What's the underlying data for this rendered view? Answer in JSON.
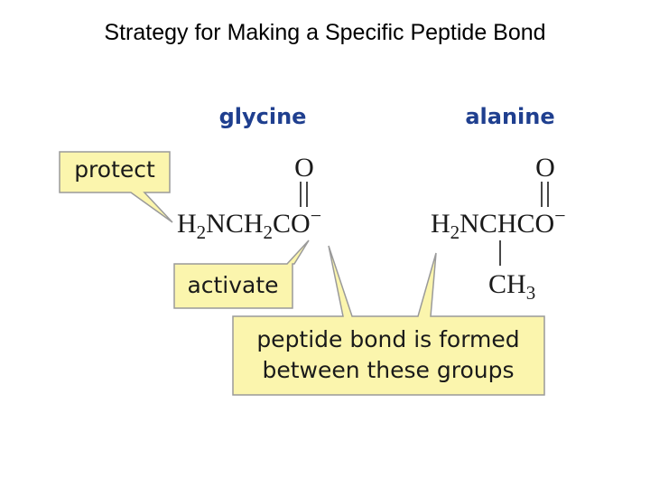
{
  "title": "Strategy for Making a Specific Peptide Bond",
  "colors": {
    "amino_name": "#1f3f8f",
    "callout_fill": "#fbf5ad",
    "callout_border": "#9a9a9a",
    "ink": "#1a1a1a"
  },
  "diagram": {
    "glycine": {
      "name": "glycine",
      "carbonyl_o": "O",
      "formula": {
        "p1": "H",
        "s1": "2",
        "p2": "NCH",
        "s2": "2",
        "p3": "CO",
        "charge": "−"
      }
    },
    "alanine": {
      "name": "alanine",
      "carbonyl_o": "O",
      "formula": {
        "p1": "H",
        "s1": "2",
        "p2": "NCHCO",
        "charge": "−"
      },
      "side_chain": {
        "p1": "CH",
        "s1": "3"
      }
    },
    "callouts": {
      "protect": "protect",
      "activate": "activate",
      "bond_line1": "peptide bond is formed",
      "bond_line2": "between these groups"
    }
  }
}
